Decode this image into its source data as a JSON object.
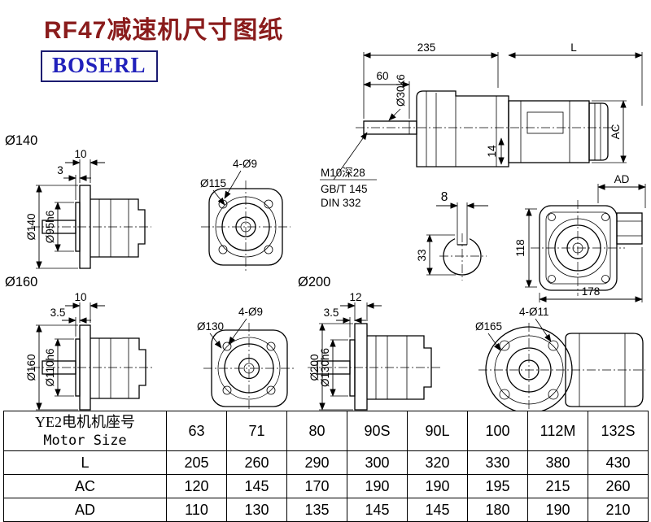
{
  "page": {
    "title": "RF47减速机尺寸图纸",
    "brand": "BOSERL"
  },
  "side_view": {
    "dim_total": "235",
    "dim_motor": "L",
    "dim_shaft_len": "60",
    "shaft_dia": "Ø30k6",
    "dim_ac": "AC",
    "dim_ad": "AD",
    "dim_14": "14",
    "note_tap": "M10深28",
    "note_gb": "GB/T 145",
    "note_din": "DIN 332"
  },
  "shaft_end": {
    "key_width": "8",
    "key_height": "33"
  },
  "rear_view": {
    "dim_height": "118",
    "dim_width": "178"
  },
  "flange140": {
    "label": "Ø140",
    "dim_thickness": "10",
    "dim_spigot": "3",
    "dia_outer": "Ø140",
    "dia_spigot": "Ø95h6"
  },
  "front115": {
    "holes": "4-Ø9",
    "bolt_circle": "Ø115"
  },
  "flange160": {
    "label": "Ø160",
    "dim_thickness": "10",
    "dim_spigot": "3.5",
    "dia_outer": "Ø160",
    "dia_spigot": "Ø110h6"
  },
  "front130": {
    "holes": "4-Ø9",
    "bolt_circle": "Ø130"
  },
  "flange200": {
    "label": "Ø200",
    "dim_thickness": "12",
    "dim_spigot": "3.5",
    "dia_outer": "Ø200",
    "dia_spigot": "Ø130h6"
  },
  "front165": {
    "holes": "4-Ø11",
    "bolt_circle": "Ø165"
  },
  "table": {
    "header_cn": "YE2电机机座号",
    "header_en": "Motor Size",
    "sizes": [
      "63",
      "71",
      "80",
      "90S",
      "90L",
      "100",
      "112M",
      "132S"
    ],
    "rows": [
      {
        "label": "L",
        "values": [
          "205",
          "260",
          "290",
          "300",
          "320",
          "330",
          "380",
          "430"
        ]
      },
      {
        "label": "AC",
        "values": [
          "120",
          "145",
          "170",
          "190",
          "190",
          "195",
          "215",
          "260"
        ]
      },
      {
        "label": "AD",
        "values": [
          "110",
          "130",
          "135",
          "145",
          "145",
          "180",
          "190",
          "210"
        ]
      }
    ]
  }
}
